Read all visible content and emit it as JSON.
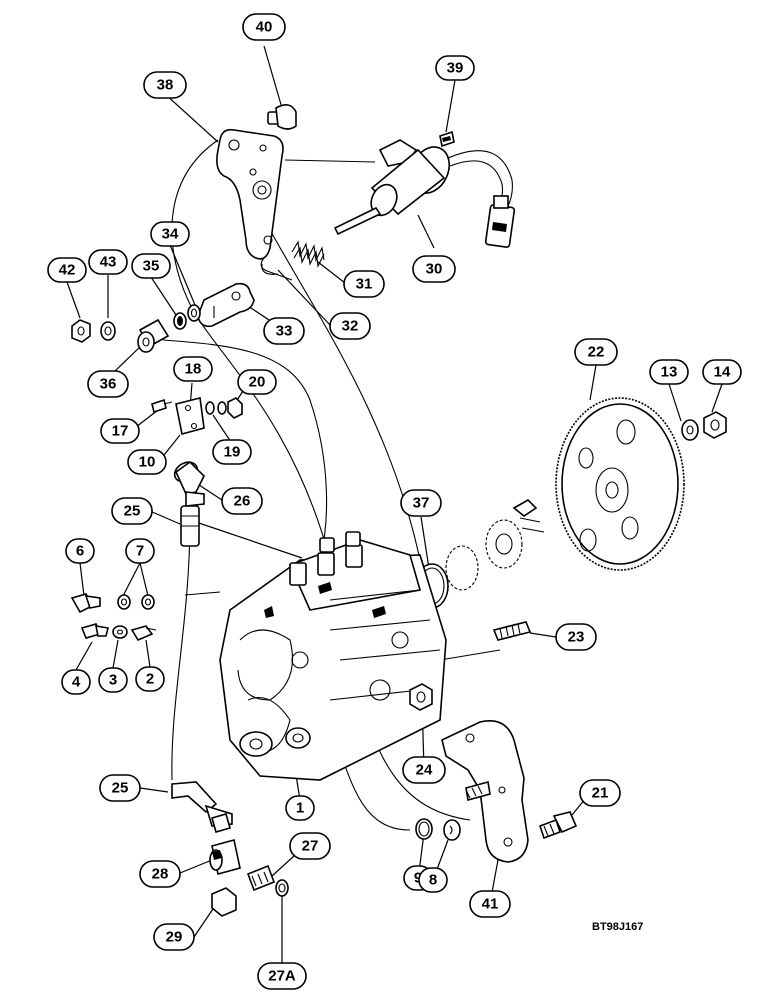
{
  "diagram": {
    "reference_code": "BT98J167",
    "callouts": [
      {
        "id": "c40",
        "label": "40"
      },
      {
        "id": "c39",
        "label": "39"
      },
      {
        "id": "c38",
        "label": "38"
      },
      {
        "id": "c30",
        "label": "30"
      },
      {
        "id": "c31",
        "label": "31"
      },
      {
        "id": "c32",
        "label": "32"
      },
      {
        "id": "c33",
        "label": "33"
      },
      {
        "id": "c34",
        "label": "34"
      },
      {
        "id": "c35",
        "label": "35"
      },
      {
        "id": "c42",
        "label": "42"
      },
      {
        "id": "c43",
        "label": "43"
      },
      {
        "id": "c36",
        "label": "36"
      },
      {
        "id": "c18",
        "label": "18"
      },
      {
        "id": "c20",
        "label": "20"
      },
      {
        "id": "c17",
        "label": "17"
      },
      {
        "id": "c19",
        "label": "19"
      },
      {
        "id": "c10",
        "label": "10"
      },
      {
        "id": "c22",
        "label": "22"
      },
      {
        "id": "c13",
        "label": "13"
      },
      {
        "id": "c14",
        "label": "14"
      },
      {
        "id": "c26",
        "label": "26"
      },
      {
        "id": "c25a",
        "label": "25"
      },
      {
        "id": "c37",
        "label": "37"
      },
      {
        "id": "c6",
        "label": "6"
      },
      {
        "id": "c7",
        "label": "7"
      },
      {
        "id": "c23",
        "label": "23"
      },
      {
        "id": "c4",
        "label": "4"
      },
      {
        "id": "c3",
        "label": "3"
      },
      {
        "id": "c2",
        "label": "2"
      },
      {
        "id": "c24",
        "label": "24"
      },
      {
        "id": "c25b",
        "label": "25"
      },
      {
        "id": "c1",
        "label": "1"
      },
      {
        "id": "c21",
        "label": "21"
      },
      {
        "id": "c27",
        "label": "27"
      },
      {
        "id": "c28",
        "label": "28"
      },
      {
        "id": "c9",
        "label": "9"
      },
      {
        "id": "c8",
        "label": "8"
      },
      {
        "id": "c41",
        "label": "41"
      },
      {
        "id": "c29",
        "label": "29"
      },
      {
        "id": "c27a",
        "label": "27A"
      }
    ]
  }
}
